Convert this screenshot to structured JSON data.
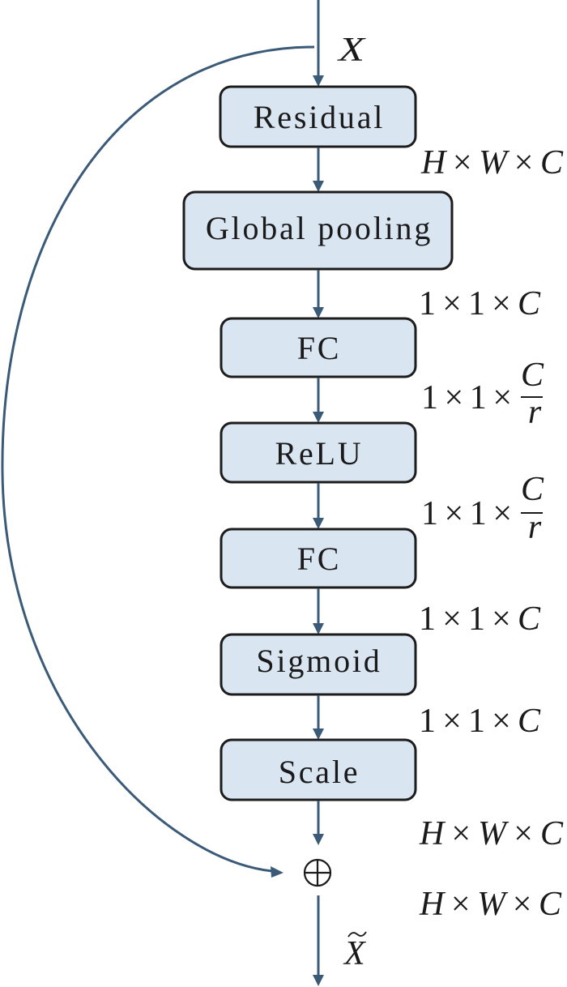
{
  "diagram": {
    "input_label": "X",
    "output": {
      "symbol": "X",
      "accent": "tilde"
    },
    "blocks": [
      {
        "label": "Residual"
      },
      {
        "label": "Global pooling"
      },
      {
        "label": "FC"
      },
      {
        "label": "ReLU"
      },
      {
        "label": "FC"
      },
      {
        "label": "Sigmoid"
      },
      {
        "label": "Scale"
      }
    ],
    "dims": [
      {
        "text": "H×W×C"
      },
      {
        "text": "1×1×C"
      },
      {
        "prefix": "1×1×",
        "numerator": "C",
        "denominator": "r"
      },
      {
        "prefix": "1×1×",
        "numerator": "C",
        "denominator": "r"
      },
      {
        "text": "1×1×C"
      },
      {
        "text": "1×1×C"
      },
      {
        "text": "H×W×C"
      },
      {
        "text": "H×W×C"
      }
    ],
    "add_node": {
      "icon": "circled-plus",
      "operation": "element-wise add"
    },
    "skip_connection": {
      "from": "input",
      "to": "add_node"
    },
    "flow": [
      "input",
      "Residual",
      "Global pooling",
      "FC",
      "ReLU",
      "FC",
      "Sigmoid",
      "Scale",
      "add_node",
      "output"
    ],
    "colors": {
      "block_fill": "#dae5f2",
      "block_border": "#1c1c1c",
      "arrow": "#3a5a78",
      "text": "#1a1a1a"
    }
  }
}
